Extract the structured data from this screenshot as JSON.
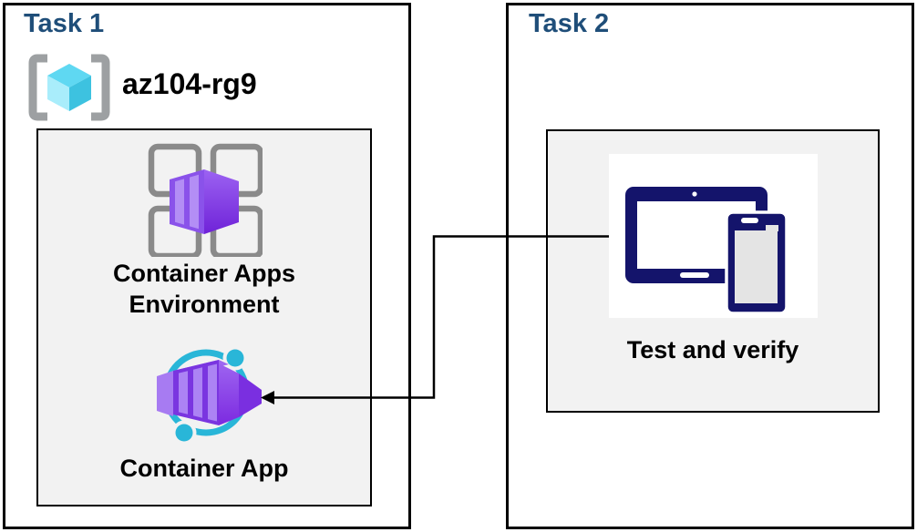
{
  "diagram": {
    "task1": {
      "title": "Task 1",
      "resource_group_name": "az104-rg9",
      "nodes": [
        {
          "id": "container-apps-environment",
          "label": "Container Apps\nEnvironment",
          "icon": "container-apps-environment-icon"
        },
        {
          "id": "container-app",
          "label": "Container App",
          "icon": "container-app-icon"
        }
      ]
    },
    "task2": {
      "title": "Task 2",
      "nodes": [
        {
          "id": "test-and-verify",
          "label": "Test and verify",
          "icon": "tablet-and-phone-icon"
        }
      ]
    },
    "connector": {
      "from": "test-and-verify",
      "to": "container-app",
      "type": "elbow-line",
      "arrowhead": "points-left-at-container-app"
    }
  },
  "icons": {
    "resource_group": "azure-resource-group-icon",
    "environment": "container-apps-environment-icon",
    "app": "container-app-icon",
    "devices": "tablet-and-phone-icon"
  },
  "colors": {
    "task_title": "#1F4E79",
    "box_border": "#000000",
    "inner_box_bg": "#F2F2F2",
    "label_text": "#000000",
    "container_purple": "#7A35E0",
    "container_purple_light": "#AC83F4",
    "app_ring_cyan": "#29B6D8",
    "rg_cube_cyan_top": "#5FD8F2",
    "rg_cube_cyan_left": "#A9EDFB",
    "rg_cube_cyan_right": "#3DC2E0",
    "rg_bracket_gray": "#9DA0A2",
    "env_grid_gray": "#8A8A8A",
    "device_navy": "#14146B",
    "device_screen_gray": "#E4E4E4"
  }
}
